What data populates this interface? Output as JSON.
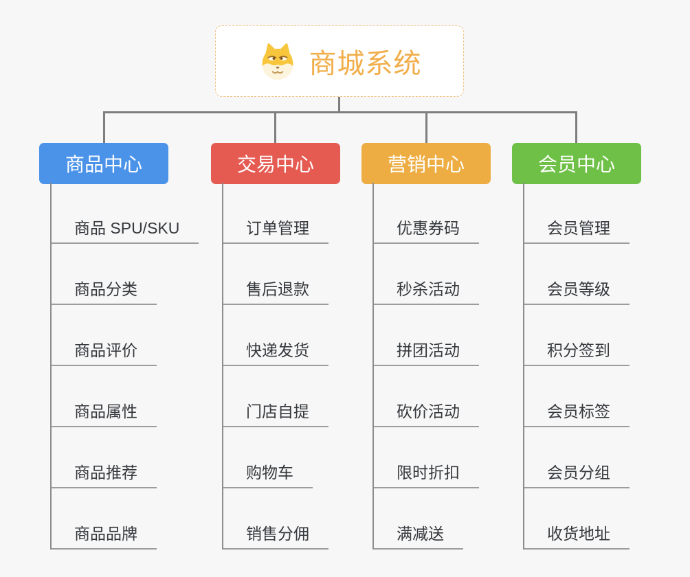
{
  "root": {
    "title": "商城系统",
    "icon": "dog-face-icon",
    "text_color": "#F1AE4B",
    "border_color": "#F0C285",
    "background": "#FFFFFF"
  },
  "canvas": {
    "background": "#F7F7F7",
    "connector_color": "#7E7E7E",
    "spine_color": "#8C8C8C",
    "underline_color": "#9C9C9C",
    "item_text_color": "#35383C"
  },
  "branches": [
    {
      "label": "商品中心",
      "color": "#4B93E8",
      "items": [
        "商品 SPU/SKU",
        "商品分类",
        "商品评价",
        "商品属性",
        "商品推荐",
        "商品品牌"
      ]
    },
    {
      "label": "交易中心",
      "color": "#E55B52",
      "items": [
        "订单管理",
        "售后退款",
        "快递发货",
        "门店自提",
        "购物车",
        "销售分佣"
      ]
    },
    {
      "label": "营销中心",
      "color": "#EDAD42",
      "items": [
        "优惠券码",
        "秒杀活动",
        "拼团活动",
        "砍价活动",
        "限时折扣",
        "满减送"
      ]
    },
    {
      "label": "会员中心",
      "color": "#6EC046",
      "items": [
        "会员管理",
        "会员等级",
        "积分签到",
        "会员标签",
        "会员分组",
        "收货地址"
      ]
    }
  ]
}
